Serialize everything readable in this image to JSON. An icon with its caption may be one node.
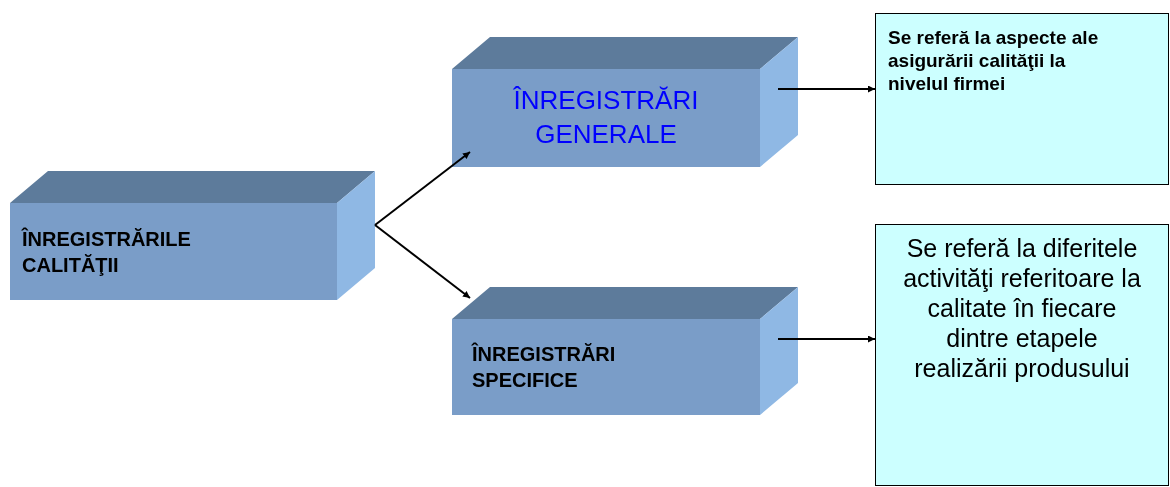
{
  "diagram": {
    "nodes": [
      {
        "text": [
          "ÎNREGISTRĂRILE CALITĂŢII"
        ]
      },
      {
        "text": [
          "ÎNREGISTRĂRI GENERALE"
        ]
      },
      {
        "text": [
          "ÎNREGISTRĂRI SPECIFICE"
        ]
      },
      {
        "text": [
          "Se referă la aspecte ale asigurării calităţii la nivelul firmei"
        ]
      },
      {
        "text": [
          "Se referă la diferitele activităţi referitoare la calitate în fiecare dintre etapele realizării produsului"
        ]
      }
    ],
    "edges": [
      {
        "from": 0,
        "to": 1,
        "arrow": "to"
      },
      {
        "from": 0,
        "to": 2,
        "arrow": "to"
      },
      {
        "from": 1,
        "to": 3,
        "arrow": "to"
      },
      {
        "from": 2,
        "to": 4,
        "arrow": "to"
      }
    ]
  }
}
